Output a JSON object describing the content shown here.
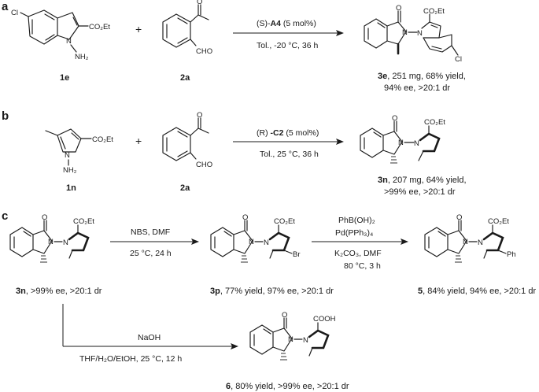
{
  "panels": {
    "a": "a",
    "b": "b",
    "c": "c"
  },
  "scheme_a": {
    "reactant1": {
      "label": "1e",
      "atoms": {
        "cl": "Cl",
        "ester": "CO₂Et",
        "n": "N",
        "nh2": "NH₂"
      }
    },
    "plus": "+",
    "reactant2": {
      "label": "2a",
      "atoms": {
        "cho": "CHO",
        "o": "O"
      }
    },
    "catalyst_prefix": "(S)-",
    "catalyst_name": "A4",
    "catalyst_loading": " (5 mol%)",
    "conditions": "Tol., -20 °C, 36 h",
    "product": {
      "label": "3e",
      "result_line1": ", 251 mg, 68% yield,",
      "result_line2": "94% ee, >20:1 dr",
      "atoms": {
        "o": "O",
        "n1": "N",
        "n2": "N",
        "ester": "CO₂Et",
        "cl": "Cl"
      }
    }
  },
  "scheme_b": {
    "reactant1": {
      "label": "1n",
      "atoms": {
        "ester": "CO₂Et",
        "n": "N",
        "nh2": "NH₂"
      }
    },
    "plus": "+",
    "reactant2": {
      "label": "2a",
      "atoms": {
        "cho": "CHO",
        "o": "O"
      }
    },
    "catalyst_prefix": "(R)",
    "catalyst_name": " -C2",
    "catalyst_loading": " (5 mol%)",
    "conditions": "Tol., 25 °C, 36 h",
    "product": {
      "label": "3n",
      "result_line1": ", 207 mg, 64% yield,",
      "result_line2": ">99% ee, >20:1 dr",
      "atoms": {
        "o": "O",
        "n1": "N",
        "n2": "N",
        "ester": "CO₂Et"
      }
    }
  },
  "scheme_c": {
    "start": {
      "label": "3n",
      "caption": ", >99% ee, >20:1 dr",
      "atoms": {
        "o": "O",
        "n1": "N",
        "n2": "N",
        "ester": "CO₂Et"
      }
    },
    "step1": {
      "reagent": "NBS, DMF",
      "conditions": "25 °C, 24 h"
    },
    "intermediate": {
      "label": "3p",
      "caption": ", 77% yield, 97% ee, >20:1 dr",
      "atoms": {
        "o": "O",
        "n1": "N",
        "n2": "N",
        "ester": "CO₂Et",
        "br": "Br"
      }
    },
    "step2": {
      "reagent1": "PhB(OH)₂",
      "reagent2": "Pd(PPh₃)₄",
      "reagent3": "K₂CO₃, DMF",
      "conditions": "80 °C, 3 h"
    },
    "product5": {
      "label": "5",
      "caption": ", 84% yield, 94% ee, >20:1 dr",
      "atoms": {
        "o": "O",
        "n1": "N",
        "n2": "N",
        "ester": "CO₂Et",
        "ph": "Ph"
      }
    },
    "step3": {
      "reagent": "NaOH",
      "conditions": "THF/H₂O/EtOH, 25 °C, 12 h"
    },
    "product6": {
      "label": "6",
      "caption": ", 80% yield, >99% ee, >20:1 dr",
      "atoms": {
        "o": "O",
        "n1": "N",
        "n2": "N",
        "acid": "COOH"
      }
    }
  }
}
